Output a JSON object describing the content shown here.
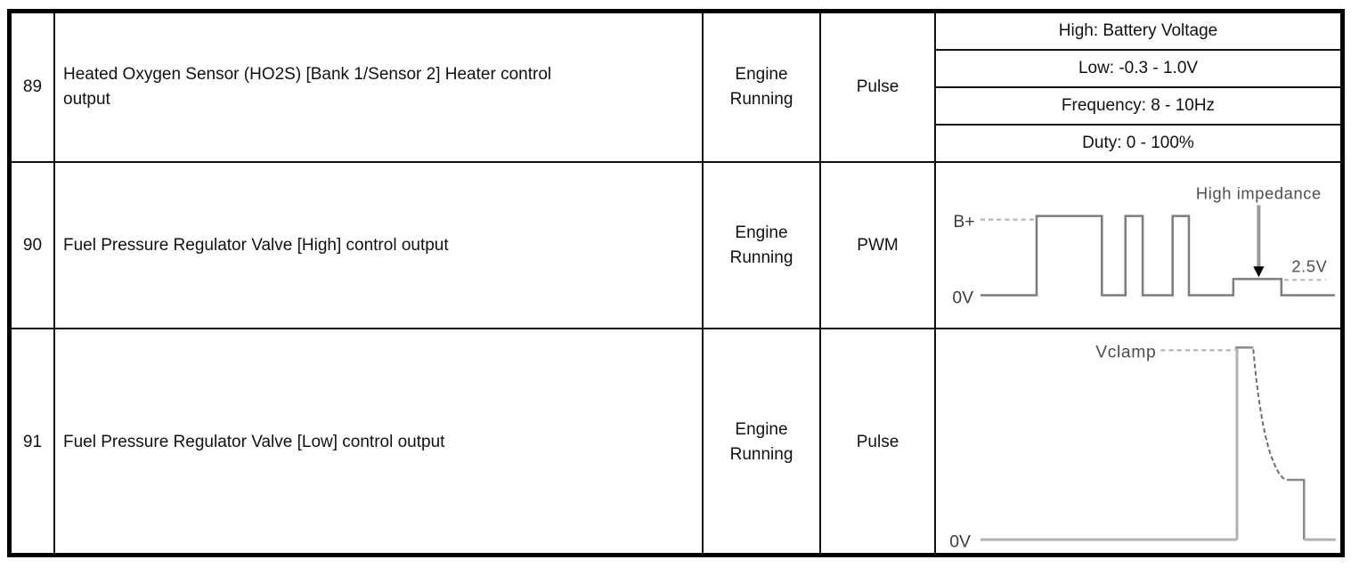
{
  "colors": {
    "table_border": "#000000",
    "grid_line": "#111111",
    "text": "#111111",
    "waveform_line": "#7d7d7d",
    "waveform_light": "#b2b2b2",
    "dash_line": "#aaaaaa",
    "annotation_text": "#4d4d4d",
    "arrowhead": "#000000"
  },
  "table": {
    "rows": [
      {
        "no": "89",
        "description": "Heated Oxygen Sensor (HO2S) [Bank 1/Sensor 2] Heater control output",
        "condition": "Engine Running",
        "signal_type": "Pulse",
        "spec_lines": [
          "High: Battery Voltage",
          "Low: -0.3 - 1.0V",
          "Frequency: 8 - 10Hz",
          "Duty: 0 - 100%"
        ]
      },
      {
        "no": "90",
        "description": "Fuel Pressure Regulator Valve [High] control output",
        "condition": "Engine Running",
        "signal_type": "PWM",
        "waveform": {
          "kind": "pwm-square-wave",
          "high_label": "B+",
          "low_label": "0V",
          "annotation": "High impedance",
          "mid_label": "2.5V"
        }
      },
      {
        "no": "91",
        "description": "Fuel Pressure Regulator Valve [Low] control output",
        "condition": "Engine Running",
        "signal_type": "Pulse",
        "waveform": {
          "kind": "clamped-voltage-spike",
          "peak_label": "Vclamp",
          "low_label": "0V"
        }
      }
    ]
  }
}
